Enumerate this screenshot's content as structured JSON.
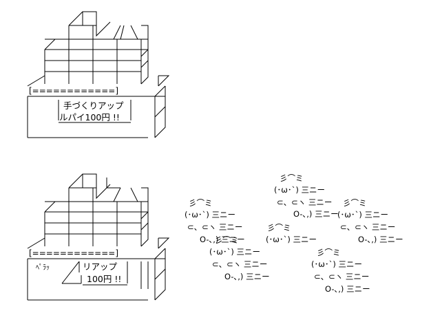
{
  "top_shop": {
    "border_row": "[============]",
    "sign_line1": "手づくりアップ",
    "sign_line2": "ルパイ100円 !!"
  },
  "bottom_shop": {
    "border_row": "[============]",
    "sound": "ﾍﾟﾗｯ",
    "sign_line1": "リアップ",
    "sign_line2": "100円 !!"
  },
  "cats": [
    {
      "ears": "彡⌒ミ",
      "face": "(･ω･`) 三ニー",
      "paws": "⊂、⊂ヽ 三ニー",
      "feet": "O-､,) 三ニー"
    }
  ],
  "cat_positions": [
    {
      "name": "cat-top"
    },
    {
      "name": "cat-left"
    },
    {
      "name": "cat-right"
    },
    {
      "name": "cat-middle"
    },
    {
      "name": "cat-bottom-left"
    },
    {
      "name": "cat-bottom-right"
    }
  ]
}
